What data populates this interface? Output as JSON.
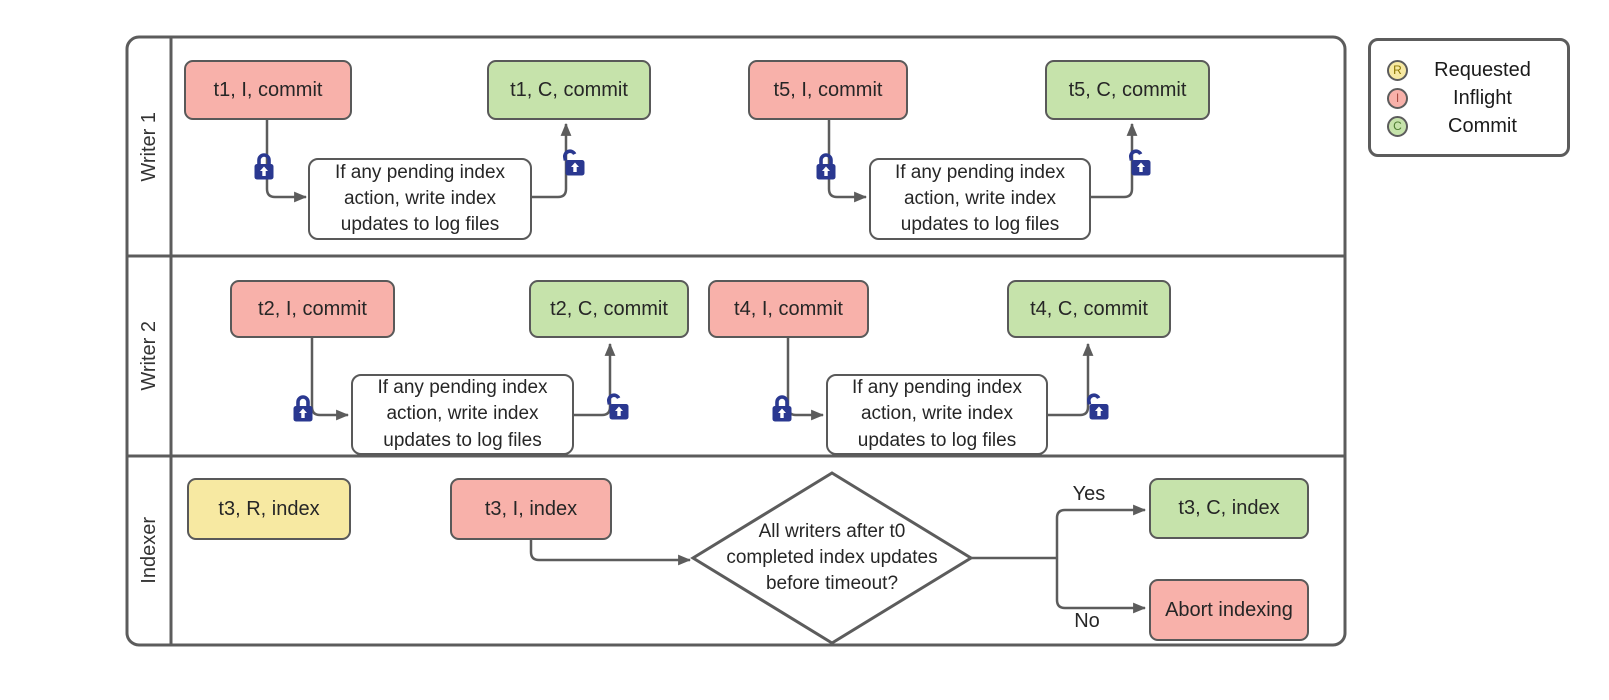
{
  "colors": {
    "inflight": "#f8b1aa",
    "commit": "#c6e3ab",
    "requested": "#f7e9a2",
    "line": "#5c5c5c",
    "lock_blue": "#2a3890",
    "process_fill": "#ffffff"
  },
  "lanes": [
    {
      "label": "Writer 1"
    },
    {
      "label": "Writer 2"
    },
    {
      "label": "Indexer"
    }
  ],
  "nodes": {
    "t1i": "t1, I, commit",
    "t1c": "t1, C, commit",
    "t5i": "t5, I, commit",
    "t5c": "t5, C, commit",
    "t2i": "t2, I, commit",
    "t2c": "t2, C, commit",
    "t4i": "t4, I, commit",
    "t4c": "t4, C, commit",
    "t3r": "t3, R, index",
    "t3i": "t3, I, index",
    "t3c": "t3, C, index",
    "abort": "Abort indexing"
  },
  "process_note": "If any pending index action, write index updates to log files",
  "decision_text": "All writers after t0 completed index updates before timeout?",
  "branch_labels": {
    "yes": "Yes",
    "no": "No"
  },
  "legend": {
    "items": [
      {
        "letter": "R",
        "label": "Requested",
        "fill": "#f7e9a2",
        "letter_color": "#8a7400"
      },
      {
        "letter": "I",
        "label": "Inflight",
        "fill": "#f8b1aa",
        "letter_color": "#a84b42"
      },
      {
        "letter": "C",
        "label": "Commit",
        "fill": "#c6e3ab",
        "letter_color": "#4e7d32"
      }
    ]
  }
}
